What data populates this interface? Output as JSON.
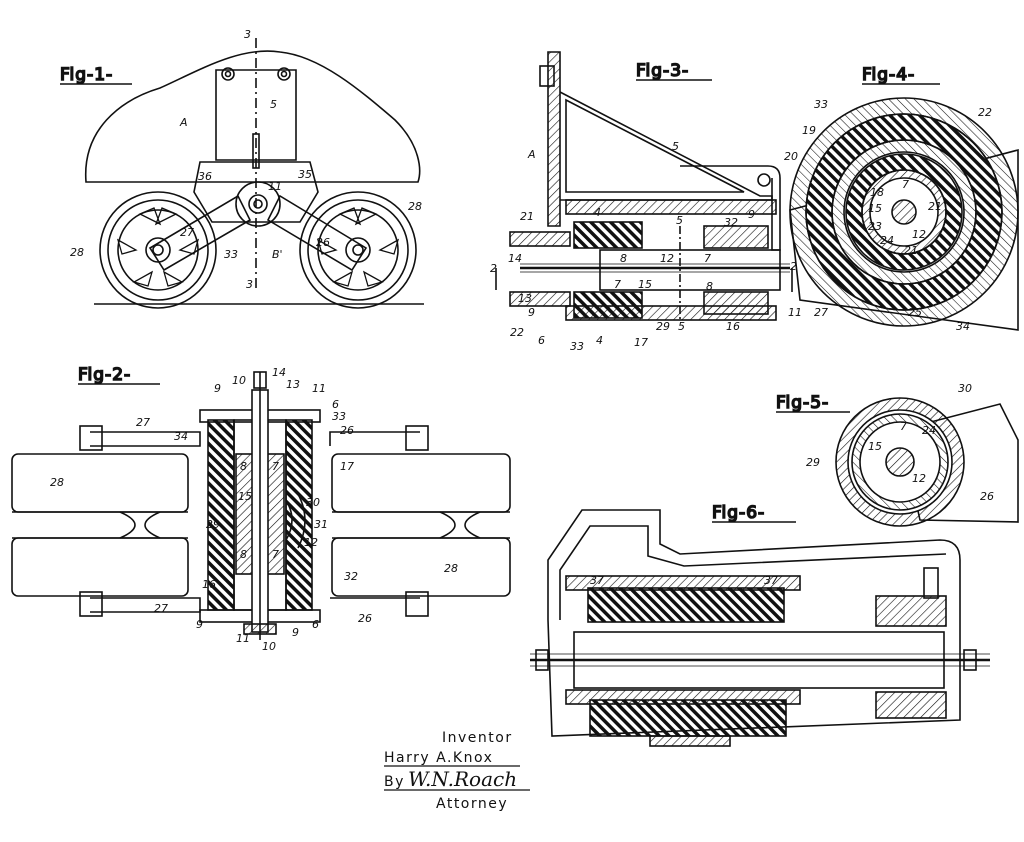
{
  "figures": {
    "fig1": {
      "title": "Fig-1-",
      "labels": [
        "3",
        "5",
        "A",
        "36",
        "35",
        "11",
        "28",
        "27",
        "33",
        "B'",
        "26",
        "28",
        "3"
      ]
    },
    "fig2": {
      "title": "Fig-2-",
      "labels": [
        "14",
        "9",
        "10",
        "13",
        "11",
        "6",
        "27",
        "34",
        "33",
        "26",
        "28",
        "8",
        "7",
        "17",
        "15",
        "30",
        "29",
        "31",
        "12",
        "8",
        "7",
        "32",
        "28",
        "16",
        "27",
        "9",
        "11",
        "10",
        "9",
        "6",
        "26"
      ]
    },
    "fig3": {
      "title": "Fig-3-",
      "labels": [
        "5",
        "A",
        "21",
        "4",
        "5",
        "32",
        "9",
        "8",
        "12",
        "7",
        "14",
        "2",
        "2",
        "13",
        "7",
        "15",
        "8",
        "9",
        "22",
        "29",
        "5",
        "11",
        "6",
        "33",
        "4",
        "17",
        "16"
      ]
    },
    "fig4": {
      "title": "Fig-4-",
      "labels": [
        "33",
        "22",
        "19",
        "20",
        "7",
        "18",
        "21",
        "15",
        "23",
        "12",
        "24",
        "21",
        "27",
        "25",
        "34"
      ]
    },
    "fig5": {
      "title": "Fig-5-",
      "labels": [
        "30",
        "7",
        "24",
        "29",
        "15",
        "12",
        "26"
      ]
    },
    "fig6": {
      "title": "Fig-6-",
      "labels": [
        "37",
        "37"
      ]
    }
  },
  "signature": {
    "inventor_label": "Inventor",
    "inventor_name": "Harry A.Knox",
    "by_label": "By",
    "attorney_name": "W.N.Roach",
    "attorney_label": "Attorney"
  }
}
